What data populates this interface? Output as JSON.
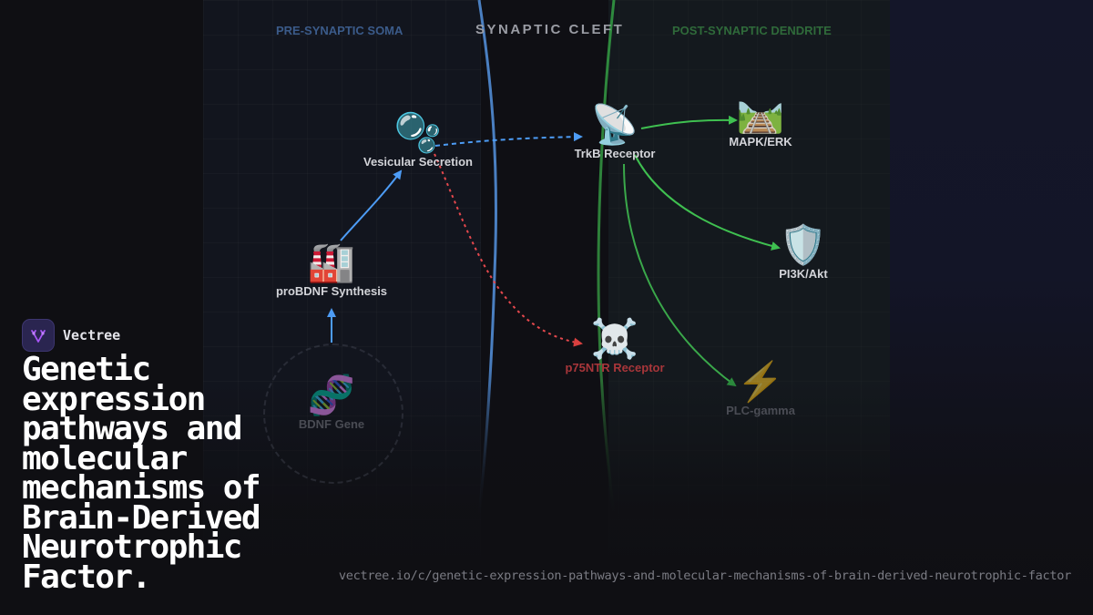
{
  "brand": {
    "name": "Vectree",
    "logo_icon": "tree-branch-icon",
    "accent": "#a855f7"
  },
  "title": "Genetic expression pathways and molecular mechanisms of Brain-Derived Neurotrophic Factor.",
  "url": "vectree.io/c/genetic-expression-pathways-and-molecular-mechanisms-of-brain-derived-neurotrophic-factor",
  "zones": {
    "pre": "PRE-SYNAPTIC SOMA",
    "cleft": "SYNAPTIC CLEFT",
    "post": "POST-SYNAPTIC DENDRITE"
  },
  "colors": {
    "pre_membrane": "#4a7fc1",
    "post_membrane": "#2e8b3e",
    "secretion_arrow": "#4d9cf5",
    "apoptosis_arrow": "#e5484d",
    "signal_arrow": "#3fc050"
  },
  "nodes": {
    "gene": {
      "icon": "🧬",
      "icon_name": "dna-icon",
      "label": "BDNF Gene"
    },
    "synthesis": {
      "icon": "🏭",
      "icon_name": "factory-icon",
      "label": "proBDNF Synthesis"
    },
    "secretion": {
      "icon": "🫧",
      "icon_name": "bubbles-icon",
      "label": "Vesicular Secretion"
    },
    "trkb": {
      "icon": "📡",
      "icon_name": "satellite-dish-icon",
      "label": "TrkB Receptor"
    },
    "p75": {
      "icon": "☠️",
      "icon_name": "skull-crossbones-icon",
      "label": "p75NTR Receptor"
    },
    "mapk": {
      "icon": "🛤️",
      "icon_name": "railway-track-icon",
      "label": "MAPK/ERK"
    },
    "pi3k": {
      "icon": "🛡️",
      "icon_name": "shield-icon",
      "label": "PI3K/Akt"
    },
    "plc": {
      "icon": "⚡",
      "icon_name": "lightning-icon",
      "label": "PLC-gamma"
    }
  },
  "edges": [
    {
      "from": "BDNF Gene",
      "to": "proBDNF Synthesis",
      "style": "solid",
      "color": "blue"
    },
    {
      "from": "proBDNF Synthesis",
      "to": "Vesicular Secretion",
      "style": "solid",
      "color": "blue"
    },
    {
      "from": "Vesicular Secretion",
      "to": "TrkB Receptor",
      "style": "dashed",
      "color": "blue"
    },
    {
      "from": "Vesicular Secretion",
      "to": "p75NTR Receptor",
      "style": "dotted",
      "color": "red"
    },
    {
      "from": "TrkB Receptor",
      "to": "MAPK/ERK",
      "style": "solid",
      "color": "green"
    },
    {
      "from": "TrkB Receptor",
      "to": "PI3K/Akt",
      "style": "solid",
      "color": "green"
    },
    {
      "from": "TrkB Receptor",
      "to": "PLC-gamma",
      "style": "solid",
      "color": "green"
    }
  ]
}
